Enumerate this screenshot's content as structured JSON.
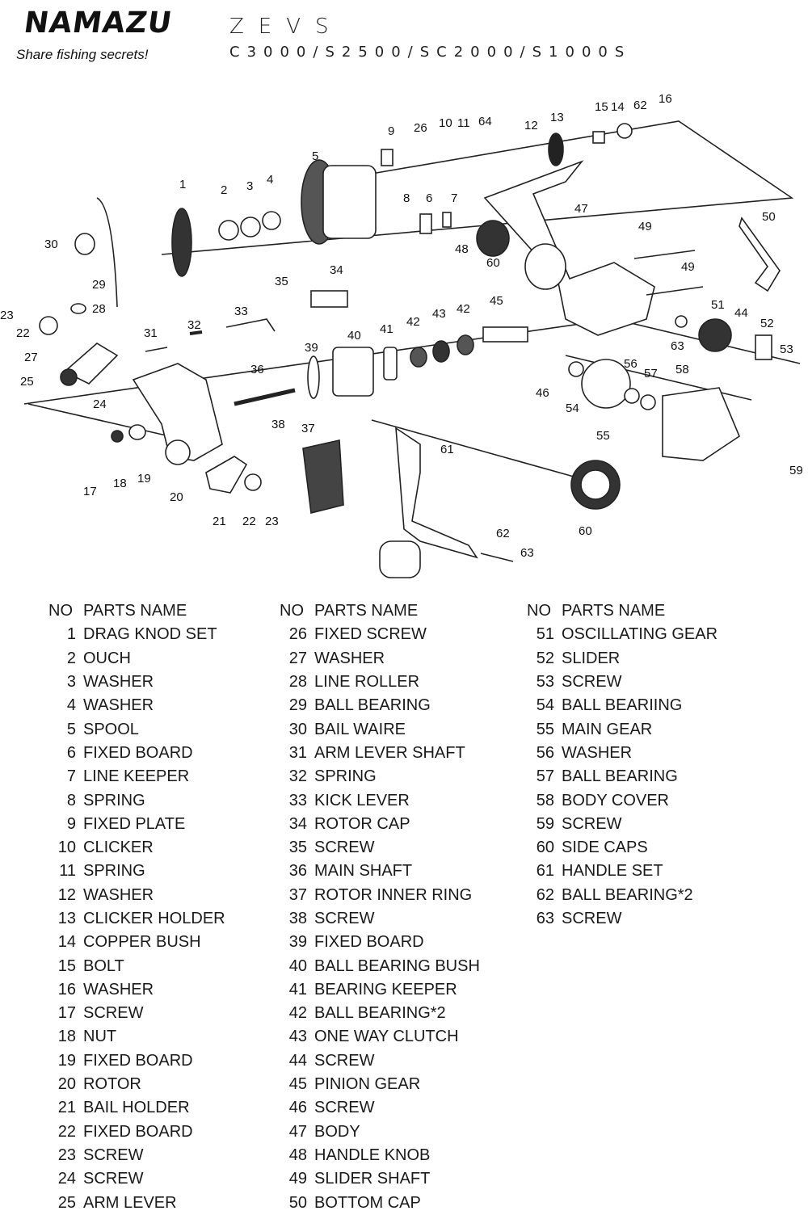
{
  "brand": {
    "logo_text": "NAMAZU",
    "tagline": "Share fishing secrets!"
  },
  "model": {
    "name": "ZEVS",
    "variants": "C3000/S2500/SC2000/S1000S"
  },
  "diagram": {
    "callouts": [
      "1",
      "2",
      "3",
      "4",
      "5",
      "6",
      "7",
      "8",
      "9",
      "26",
      "10",
      "11",
      "64",
      "12",
      "13",
      "15",
      "14",
      "62",
      "16",
      "47",
      "49",
      "50",
      "48",
      "60",
      "49",
      "51",
      "44",
      "52",
      "53",
      "63",
      "46",
      "45",
      "42",
      "43",
      "42",
      "41",
      "40",
      "39",
      "36",
      "54",
      "56",
      "57",
      "58",
      "55",
      "59",
      "60",
      "61",
      "62",
      "63",
      "37",
      "38",
      "30",
      "29",
      "28",
      "23",
      "22",
      "27",
      "25",
      "24",
      "31",
      "32",
      "33",
      "35",
      "34",
      "17",
      "18",
      "19",
      "20",
      "21",
      "22",
      "23"
    ]
  },
  "table": {
    "header_no": "NO",
    "header_name": "PARTS NAME",
    "columns": [
      [
        {
          "no": "1",
          "name": "DRAG KNOD SET"
        },
        {
          "no": "2",
          "name": "OUCH"
        },
        {
          "no": "3",
          "name": "WASHER"
        },
        {
          "no": "4",
          "name": "WASHER"
        },
        {
          "no": "5",
          "name": "SPOOL"
        },
        {
          "no": "6",
          "name": "FIXED BOARD"
        },
        {
          "no": "7",
          "name": "LINE KEEPER"
        },
        {
          "no": "8",
          "name": "SPRING"
        },
        {
          "no": "9",
          "name": "FIXED PLATE"
        },
        {
          "no": "10",
          "name": "CLICKER"
        },
        {
          "no": "11",
          "name": "SPRING"
        },
        {
          "no": "12",
          "name": "WASHER"
        },
        {
          "no": "13",
          "name": "CLICKER HOLDER"
        },
        {
          "no": "14",
          "name": "COPPER BUSH"
        },
        {
          "no": "15",
          "name": "BOLT"
        },
        {
          "no": "16",
          "name": "WASHER"
        },
        {
          "no": "17",
          "name": "SCREW"
        },
        {
          "no": "18",
          "name": "NUT"
        },
        {
          "no": "19",
          "name": "FIXED BOARD"
        },
        {
          "no": "20",
          "name": "ROTOR"
        },
        {
          "no": "21",
          "name": "BAIL HOLDER"
        },
        {
          "no": "22",
          "name": "FIXED BOARD"
        },
        {
          "no": "23",
          "name": "SCREW"
        },
        {
          "no": "24",
          "name": "SCREW"
        },
        {
          "no": "25",
          "name": "ARM LEVER"
        }
      ],
      [
        {
          "no": "26",
          "name": "FIXED SCREW"
        },
        {
          "no": "27",
          "name": "WASHER"
        },
        {
          "no": "28",
          "name": "LINE ROLLER"
        },
        {
          "no": "29",
          "name": "BALL BEARING"
        },
        {
          "no": "30",
          "name": "BAIL WAIRE"
        },
        {
          "no": "31",
          "name": "ARM LEVER SHAFT"
        },
        {
          "no": "32",
          "name": "SPRING"
        },
        {
          "no": "33",
          "name": "KICK LEVER"
        },
        {
          "no": "34",
          "name": "ROTOR CAP"
        },
        {
          "no": "35",
          "name": "SCREW"
        },
        {
          "no": "36",
          "name": "MAIN SHAFT"
        },
        {
          "no": "37",
          "name": "ROTOR INNER RING"
        },
        {
          "no": "38",
          "name": "SCREW"
        },
        {
          "no": "39",
          "name": "FIXED BOARD"
        },
        {
          "no": "40",
          "name": "BALL BEARING BUSH"
        },
        {
          "no": "41",
          "name": "BEARING KEEPER"
        },
        {
          "no": "42",
          "name": "BALL BEARING*2"
        },
        {
          "no": "43",
          "name": "ONE WAY CLUTCH"
        },
        {
          "no": "44",
          "name": "SCREW"
        },
        {
          "no": "45",
          "name": "PINION GEAR"
        },
        {
          "no": "46",
          "name": "SCREW"
        },
        {
          "no": "47",
          "name": "BODY"
        },
        {
          "no": "48",
          "name": "HANDLE KNOB"
        },
        {
          "no": "49",
          "name": "SLIDER SHAFT"
        },
        {
          "no": "50",
          "name": "BOTTOM CAP"
        }
      ],
      [
        {
          "no": "51",
          "name": "OSCILLATING GEAR"
        },
        {
          "no": "52",
          "name": "SLIDER"
        },
        {
          "no": "53",
          "name": "SCREW"
        },
        {
          "no": "54",
          "name": "BALL BEARIING"
        },
        {
          "no": "55",
          "name": "MAIN GEAR"
        },
        {
          "no": "56",
          "name": "WASHER"
        },
        {
          "no": "57",
          "name": "BALL BEARING"
        },
        {
          "no": "58",
          "name": "BODY COVER"
        },
        {
          "no": "59",
          "name": "SCREW"
        },
        {
          "no": "60",
          "name": "SIDE CAPS"
        },
        {
          "no": "61",
          "name": "HANDLE SET"
        },
        {
          "no": "62",
          "name": "BALL BEARING*2"
        },
        {
          "no": "63",
          "name": "SCREW"
        }
      ]
    ]
  }
}
